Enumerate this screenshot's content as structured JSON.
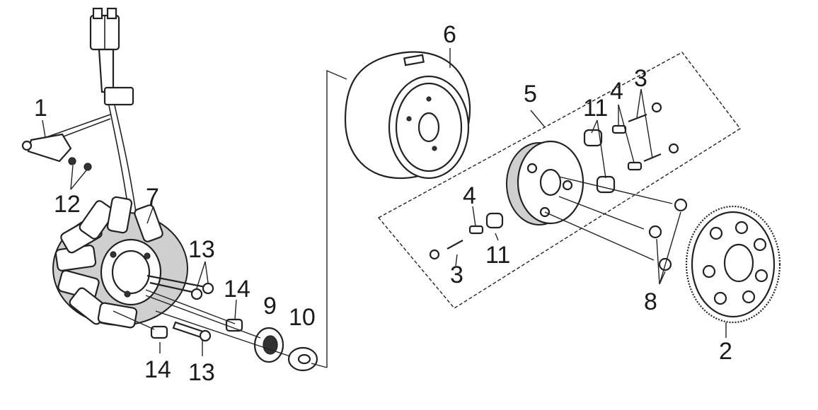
{
  "callouts": [
    {
      "id": "c1",
      "text": "1"
    },
    {
      "id": "c12",
      "text": "12"
    },
    {
      "id": "c7",
      "text": "7"
    },
    {
      "id": "c13a",
      "text": "13"
    },
    {
      "id": "c14a",
      "text": "14"
    },
    {
      "id": "c9",
      "text": "9"
    },
    {
      "id": "c10",
      "text": "10"
    },
    {
      "id": "c14b",
      "text": "14"
    },
    {
      "id": "c13b",
      "text": "13"
    },
    {
      "id": "c6",
      "text": "6"
    },
    {
      "id": "c5",
      "text": "5"
    },
    {
      "id": "c11a",
      "text": "11"
    },
    {
      "id": "c4a",
      "text": "4"
    },
    {
      "id": "c3a",
      "text": "3"
    },
    {
      "id": "c4b",
      "text": "4"
    },
    {
      "id": "c11b",
      "text": "11"
    },
    {
      "id": "c3b",
      "text": "3"
    },
    {
      "id": "c8",
      "text": "8"
    },
    {
      "id": "c2",
      "text": "2"
    }
  ],
  "colors": {
    "line": "#222222",
    "shade": "#cfcfcf",
    "background": "#ffffff"
  }
}
